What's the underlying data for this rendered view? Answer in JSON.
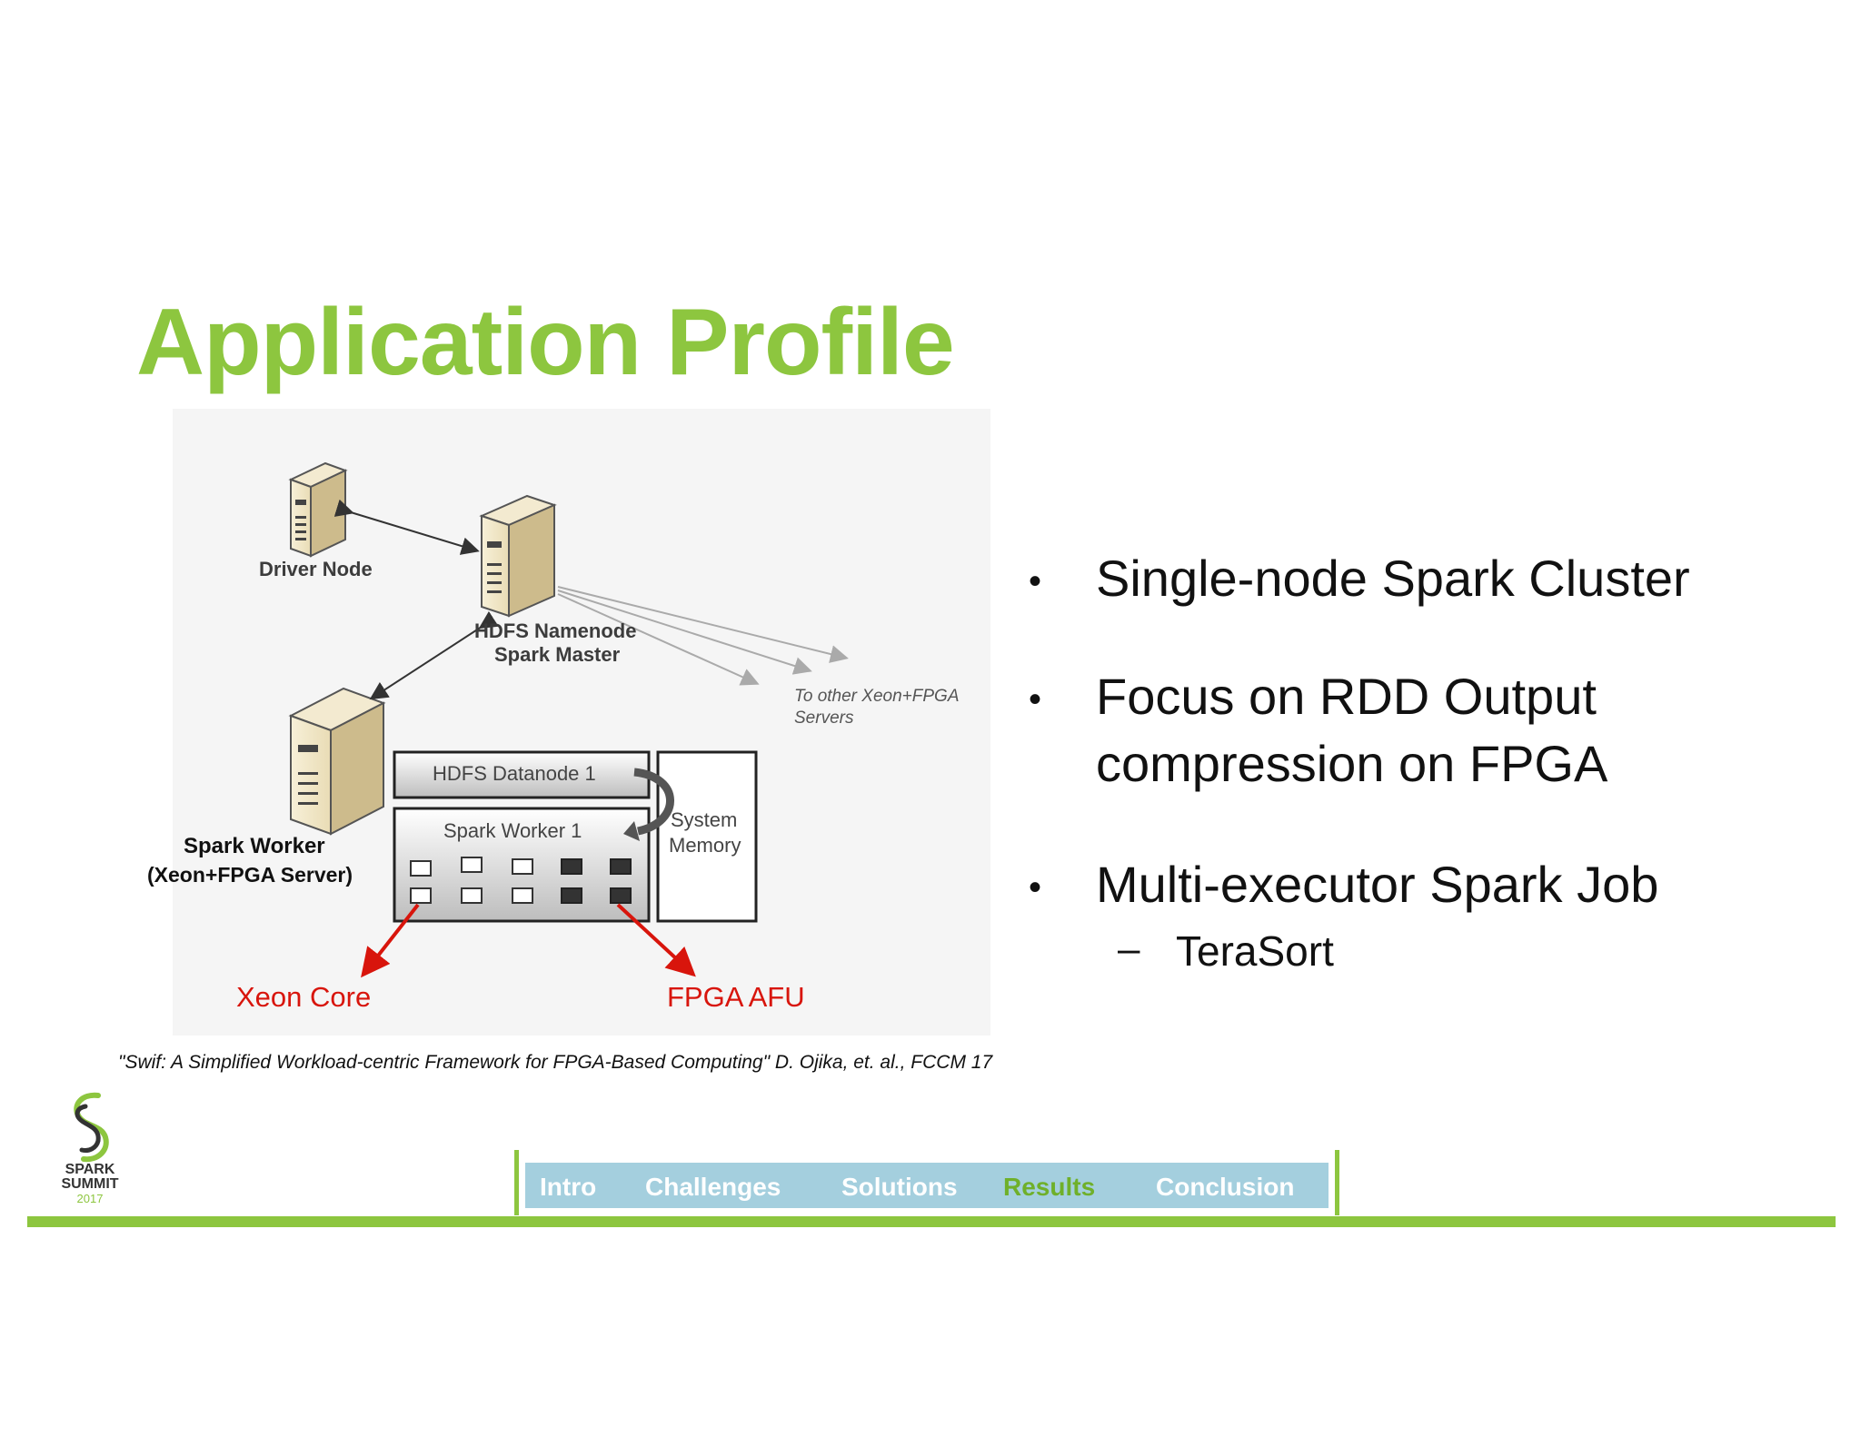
{
  "slide": {
    "title": "Application Profile",
    "citation": "\"Swif: A Simplified Workload-centric Framework for FPGA-Based Computing\" D. Ojika, et. al., FCCM 17"
  },
  "diagram": {
    "driver_node": "Driver Node",
    "namenode_line1": "HDFS Namenode",
    "namenode_line2": "Spark Master",
    "other_servers_line1": "To other Xeon+FPGA",
    "other_servers_line2": "Servers",
    "datanode": "HDFS Datanode 1",
    "worker_box": "Spark Worker 1",
    "memory_line1": "System",
    "memory_line2": "Memory",
    "worker_label_line1": "Spark Worker",
    "worker_label_line2": "(Xeon+FPGA Server)",
    "xeon_core": "Xeon Core",
    "fpga_afu": "FPGA  AFU"
  },
  "bullets": [
    {
      "lines": [
        "Single-node Spark Cluster"
      ]
    },
    {
      "lines": [
        "Focus on RDD Output",
        "compression on FPGA"
      ]
    },
    {
      "lines": [
        "Multi-executor  Spark Job"
      ]
    }
  ],
  "sub_bullet": "TeraSort",
  "logo": {
    "line1": "SPARK",
    "line2": "SUMMIT",
    "line3": "2017"
  },
  "nav": {
    "items": [
      {
        "label": "Intro",
        "active": false
      },
      {
        "label": "Challenges",
        "active": false
      },
      {
        "label": "Solutions",
        "active": false
      },
      {
        "label": "Results",
        "active": true
      },
      {
        "label": "Conclusion",
        "active": false
      }
    ]
  },
  "colors": {
    "accent_green": "#8dc63f",
    "nav_blue": "#a4cfde",
    "arrow_red": "#d8150c"
  }
}
